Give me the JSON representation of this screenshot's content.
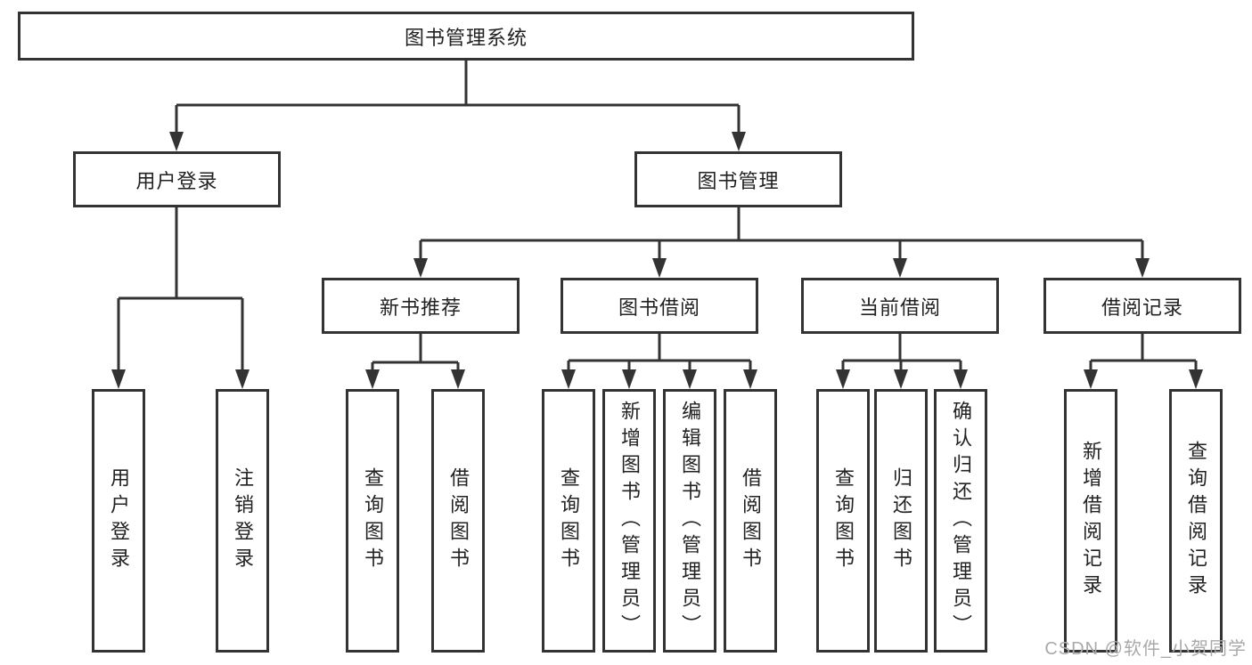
{
  "diagram": {
    "root": {
      "label": "图书管理系统"
    },
    "branches": [
      {
        "label": "用户登录",
        "children": [
          {
            "label": "用户登录"
          },
          {
            "label": "注销登录"
          }
        ]
      },
      {
        "label": "图书管理",
        "children": [
          {
            "label": "新书推荐",
            "children": [
              {
                "label": "查询图书"
              },
              {
                "label": "借阅图书"
              }
            ]
          },
          {
            "label": "图书借阅",
            "children": [
              {
                "label": "查询图书"
              },
              {
                "label": "新增图书（管理员）"
              },
              {
                "label": "编辑图书（管理员）"
              },
              {
                "label": "借阅图书"
              }
            ]
          },
          {
            "label": "当前借阅",
            "children": [
              {
                "label": "查询图书"
              },
              {
                "label": "归还图书"
              },
              {
                "label": "确认归还（管理员）"
              }
            ]
          },
          {
            "label": "借阅记录",
            "children": [
              {
                "label": "新增借阅记录"
              },
              {
                "label": "查询借阅记录"
              }
            ]
          }
        ]
      }
    ]
  },
  "colors": {
    "line": "#333333",
    "text": "#222222",
    "watermark": "#a9a9a9",
    "background": "#ffffff"
  },
  "watermark": {
    "text": "CSDN @软件_小贺同学"
  }
}
